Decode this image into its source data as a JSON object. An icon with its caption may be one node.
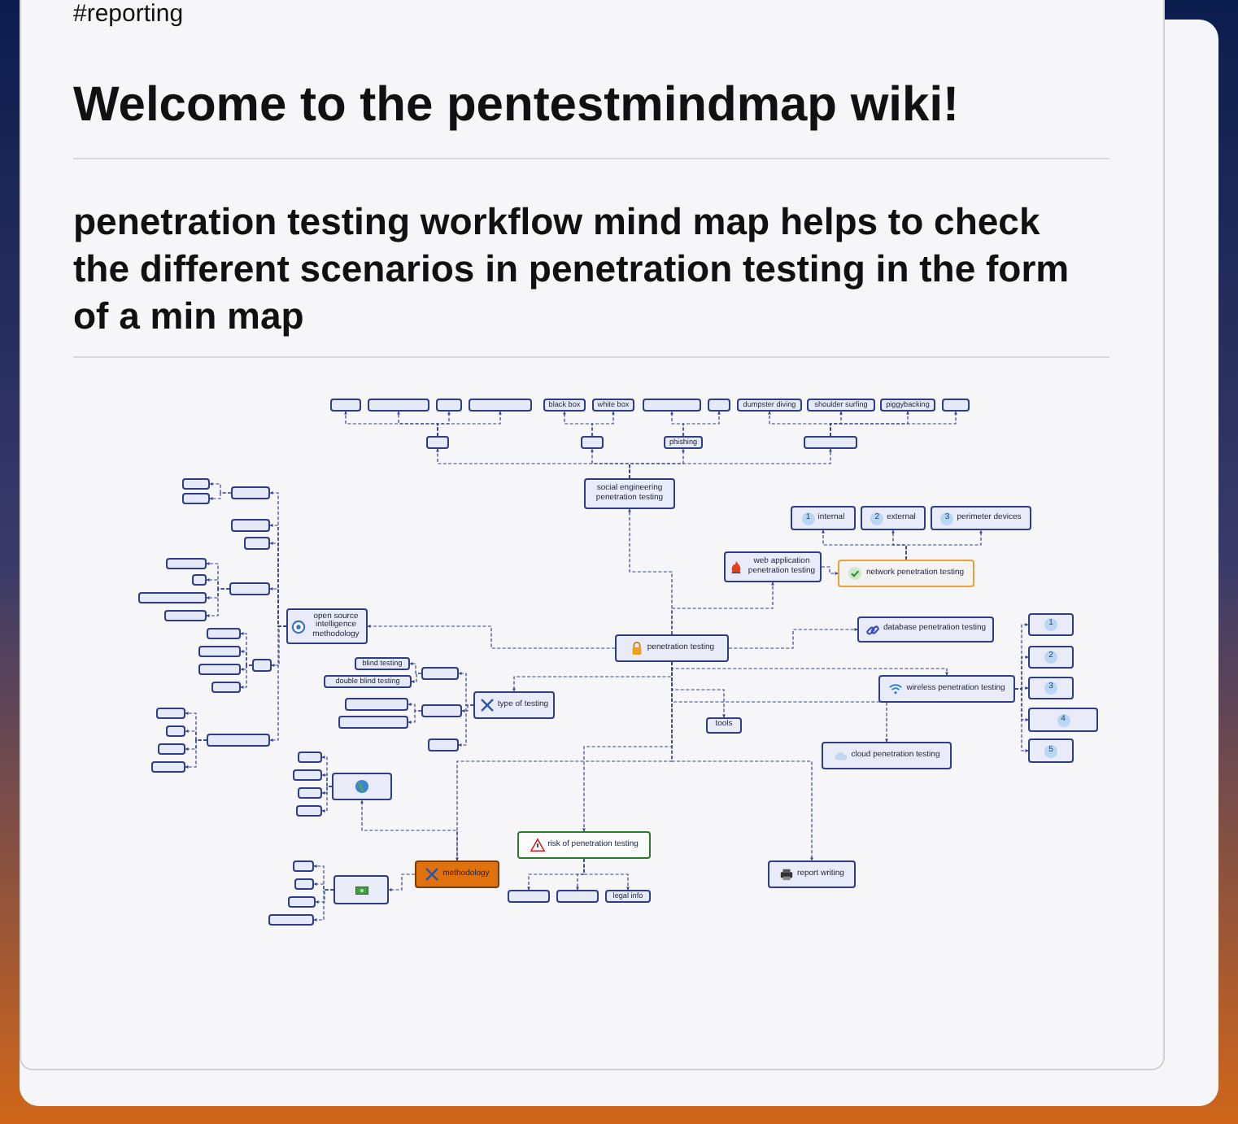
{
  "diagram": {
    "title": "Welcome to the pentestmindmap wiki!",
    "nodes": [
      {
        "text": [
          "penetration testing"
        ]
      },
      {
        "text": [
          "social engineering penetration testing"
        ]
      },
      {
        "text": [],
        "shape": "box"
      },
      {
        "text": [],
        "shape": "box"
      },
      {
        "text": [
          "phishing"
        ]
      },
      {
        "text": [],
        "shape": "box"
      },
      {
        "text": [],
        "shape": "box"
      },
      {
        "text": [],
        "shape": "box"
      },
      {
        "text": [],
        "shape": "box"
      },
      {
        "text": [],
        "shape": "box"
      },
      {
        "text": [
          "black box"
        ]
      },
      {
        "text": [
          "white box"
        ]
      },
      {
        "text": [],
        "shape": "box"
      },
      {
        "text": [],
        "shape": "box"
      },
      {
        "text": [
          "dumpster diving"
        ]
      },
      {
        "text": [
          "shoulder surfing"
        ]
      },
      {
        "text": [
          "piggybacking"
        ]
      },
      {
        "text": [],
        "shape": "box"
      },
      {
        "text": [
          "web application penetration testing"
        ]
      },
      {
        "text": [
          "network penetration testing"
        ]
      },
      {
        "text": [
          "1",
          "internal"
        ]
      },
      {
        "text": [
          "2",
          "external"
        ]
      },
      {
        "text": [
          "3",
          "perimeter devices"
        ]
      },
      {
        "text": [
          "database penetration testing"
        ]
      },
      {
        "text": [
          "wireless penetration testing"
        ]
      },
      {
        "text": [
          "1"
        ]
      },
      {
        "text": [
          "2"
        ]
      },
      {
        "text": [
          "3"
        ]
      },
      {
        "text": [
          "4"
        ]
      },
      {
        "text": [
          "5"
        ]
      },
      {
        "text": [
          "cloud penetration testing"
        ]
      },
      {
        "text": [
          "report writing"
        ]
      },
      {
        "text": [
          "risk of penetration testing"
        ]
      },
      {
        "text": [],
        "shape": "box"
      },
      {
        "text": [],
        "shape": "box"
      },
      {
        "text": [
          "legal info"
        ]
      },
      {
        "text": [
          "tools"
        ]
      },
      {
        "text": [
          "methodology"
        ]
      },
      {
        "text": [],
        "shape": "box"
      },
      {
        "text": [],
        "shape": "box"
      },
      {
        "text": [],
        "shape": "box"
      },
      {
        "text": [],
        "shape": "box"
      },
      {
        "text": [],
        "shape": "box"
      },
      {
        "text": [],
        "shape": "box"
      },
      {
        "text": [],
        "shape": "box"
      },
      {
        "text": [],
        "shape": "box"
      },
      {
        "text": [],
        "shape": "box"
      },
      {
        "text": [],
        "shape": "box"
      },
      {
        "text": [
          "type of testing"
        ]
      },
      {
        "text": [],
        "shape": "box"
      },
      {
        "text": [],
        "shape": "box"
      },
      {
        "text": [],
        "shape": "box"
      },
      {
        "text": [
          "blind testing"
        ]
      },
      {
        "text": [
          "double blind testing"
        ]
      },
      {
        "text": [],
        "shape": "box"
      },
      {
        "text": [],
        "shape": "box"
      },
      {
        "text": [
          "open source intelligence methodology"
        ]
      },
      {
        "text": [],
        "shape": "box"
      },
      {
        "text": [],
        "shape": "box"
      },
      {
        "text": [],
        "shape": "box"
      },
      {
        "text": [],
        "shape": "box"
      },
      {
        "text": [],
        "shape": "box"
      },
      {
        "text": [],
        "shape": "box"
      },
      {
        "text": [],
        "shape": "box"
      },
      {
        "text": [],
        "shape": "box"
      },
      {
        "text": [],
        "shape": "box"
      },
      {
        "text": [],
        "shape": "box"
      },
      {
        "text": [],
        "shape": "box"
      },
      {
        "text": [],
        "shape": "box"
      },
      {
        "text": [],
        "shape": "box"
      },
      {
        "text": [],
        "shape": "box"
      },
      {
        "text": [],
        "shape": "box"
      },
      {
        "text": [],
        "shape": "box"
      },
      {
        "text": [],
        "shape": "box"
      },
      {
        "text": [],
        "shape": "box"
      },
      {
        "text": [],
        "shape": "box"
      },
      {
        "text": [],
        "shape": "box"
      }
    ],
    "edges": [
      {
        "from": 0,
        "to": 1,
        "arrow": "to",
        "style": "dashed"
      },
      {
        "from": 0,
        "to": 18,
        "arrow": "to",
        "style": "dashed"
      },
      {
        "from": 0,
        "to": 23,
        "arrow": "to",
        "style": "dashed"
      },
      {
        "from": 0,
        "to": 24,
        "arrow": "to",
        "style": "dashed"
      },
      {
        "from": 0,
        "to": 30,
        "arrow": "to",
        "style": "dashed"
      },
      {
        "from": 0,
        "to": 31,
        "arrow": "to",
        "style": "dashed"
      },
      {
        "from": 0,
        "to": 32,
        "arrow": "to",
        "style": "dashed"
      },
      {
        "from": 0,
        "to": 36,
        "arrow": "to",
        "style": "dashed"
      },
      {
        "from": 0,
        "to": 37,
        "arrow": "to",
        "style": "dashed"
      },
      {
        "from": 0,
        "to": 48,
        "arrow": "to",
        "style": "dashed"
      },
      {
        "from": 0,
        "to": 56,
        "arrow": "to",
        "style": "dashed"
      },
      {
        "from": 1,
        "to": 2,
        "arrow": "to",
        "style": "dashed"
      },
      {
        "from": 1,
        "to": 3,
        "arrow": "to",
        "style": "dashed"
      },
      {
        "from": 1,
        "to": 4,
        "arrow": "to",
        "style": "dashed"
      },
      {
        "from": 1,
        "to": 5,
        "arrow": "to",
        "style": "dashed"
      },
      {
        "from": 2,
        "to": 6,
        "arrow": "to",
        "style": "dashed"
      },
      {
        "from": 2,
        "to": 7,
        "arrow": "to",
        "style": "dashed"
      },
      {
        "from": 2,
        "to": 8,
        "arrow": "to",
        "style": "dashed"
      },
      {
        "from": 2,
        "to": 9,
        "arrow": "to",
        "style": "dashed"
      },
      {
        "from": 3,
        "to": 10,
        "arrow": "to",
        "style": "dashed"
      },
      {
        "from": 3,
        "to": 11,
        "arrow": "to",
        "style": "dashed"
      },
      {
        "from": 4,
        "to": 12,
        "arrow": "to",
        "style": "dashed"
      },
      {
        "from": 4,
        "to": 13,
        "arrow": "to",
        "style": "dashed"
      },
      {
        "from": 5,
        "to": 14,
        "arrow": "to",
        "style": "dashed"
      },
      {
        "from": 5,
        "to": 15,
        "arrow": "to",
        "style": "dashed"
      },
      {
        "from": 5,
        "to": 16,
        "arrow": "to",
        "style": "dashed"
      },
      {
        "from": 5,
        "to": 17,
        "arrow": "to",
        "style": "dashed"
      },
      {
        "from": 18,
        "to": 19,
        "arrow": "to",
        "style": "dashed"
      },
      {
        "from": 19,
        "to": 20,
        "arrow": "to",
        "style": "dashed"
      },
      {
        "from": 19,
        "to": 21,
        "arrow": "to",
        "style": "dashed"
      },
      {
        "from": 19,
        "to": 22,
        "arrow": "to",
        "style": "dashed"
      },
      {
        "from": 24,
        "to": 25,
        "arrow": "to",
        "style": "dashed"
      },
      {
        "from": 24,
        "to": 26,
        "arrow": "to",
        "style": "dashed"
      },
      {
        "from": 24,
        "to": 27,
        "arrow": "to",
        "style": "dashed"
      },
      {
        "from": 24,
        "to": 28,
        "arrow": "to",
        "style": "dashed"
      },
      {
        "from": 24,
        "to": 29,
        "arrow": "to",
        "style": "dashed"
      },
      {
        "from": 32,
        "to": 33,
        "arrow": "to",
        "style": "dashed"
      },
      {
        "from": 32,
        "to": 34,
        "arrow": "to",
        "style": "dashed"
      },
      {
        "from": 32,
        "to": 35,
        "arrow": "to",
        "style": "dashed"
      },
      {
        "from": 37,
        "to": 38,
        "arrow": "to",
        "style": "dashed"
      },
      {
        "from": 37,
        "to": 43,
        "arrow": "to",
        "style": "dashed"
      },
      {
        "from": 38,
        "to": 39,
        "arrow": "to",
        "style": "dashed"
      },
      {
        "from": 38,
        "to": 40,
        "arrow": "to",
        "style": "dashed"
      },
      {
        "from": 38,
        "to": 41,
        "arrow": "to",
        "style": "dashed"
      },
      {
        "from": 38,
        "to": 42,
        "arrow": "to",
        "style": "dashed"
      },
      {
        "from": 43,
        "to": 44,
        "arrow": "to",
        "style": "dashed"
      },
      {
        "from": 43,
        "to": 45,
        "arrow": "to",
        "style": "dashed"
      },
      {
        "from": 43,
        "to": 46,
        "arrow": "to",
        "style": "dashed"
      },
      {
        "from": 43,
        "to": 47,
        "arrow": "to",
        "style": "dashed"
      },
      {
        "from": 48,
        "to": 49,
        "arrow": "to",
        "style": "dashed"
      },
      {
        "from": 48,
        "to": 50,
        "arrow": "to",
        "style": "dashed"
      },
      {
        "from": 48,
        "to": 51,
        "arrow": "to",
        "style": "dashed"
      },
      {
        "from": 49,
        "to": 52,
        "arrow": "to",
        "style": "dashed"
      },
      {
        "from": 49,
        "to": 53,
        "arrow": "to",
        "style": "dashed"
      },
      {
        "from": 50,
        "to": 54,
        "arrow": "to",
        "style": "dashed"
      },
      {
        "from": 50,
        "to": 55,
        "arrow": "to",
        "style": "dashed"
      },
      {
        "from": 56,
        "to": 57,
        "arrow": "to",
        "style": "dashed"
      },
      {
        "from": 56,
        "to": 60,
        "arrow": "to",
        "style": "dashed"
      },
      {
        "from": 56,
        "to": 61,
        "arrow": "to",
        "style": "dashed"
      },
      {
        "from": 56,
        "to": 62,
        "arrow": "to",
        "style": "dashed"
      },
      {
        "from": 56,
        "to": 67,
        "arrow": "to",
        "style": "dashed"
      },
      {
        "from": 56,
        "to": 72,
        "arrow": "to",
        "style": "dashed"
      },
      {
        "from": 57,
        "to": 58,
        "arrow": "to",
        "style": "dashed"
      },
      {
        "from": 57,
        "to": 59,
        "arrow": "to",
        "style": "dashed"
      },
      {
        "from": 62,
        "to": 63,
        "arrow": "to",
        "style": "dashed"
      },
      {
        "from": 62,
        "to": 64,
        "arrow": "to",
        "style": "dashed"
      },
      {
        "from": 62,
        "to": 65,
        "arrow": "to",
        "style": "dashed"
      },
      {
        "from": 62,
        "to": 66,
        "arrow": "to",
        "style": "dashed"
      },
      {
        "from": 67,
        "to": 68,
        "arrow": "to",
        "style": "dashed"
      },
      {
        "from": 67,
        "to": 69,
        "arrow": "to",
        "style": "dashed"
      },
      {
        "from": 67,
        "to": 70,
        "arrow": "to",
        "style": "dashed"
      },
      {
        "from": 67,
        "to": 71,
        "arrow": "to",
        "style": "dashed"
      },
      {
        "from": 72,
        "to": 73,
        "arrow": "to",
        "style": "dashed"
      },
      {
        "from": 72,
        "to": 74,
        "arrow": "to",
        "style": "dashed"
      },
      {
        "from": 72,
        "to": 75,
        "arrow": "to",
        "style": "dashed"
      },
      {
        "from": 72,
        "to": 76,
        "arrow": "to",
        "style": "dashed"
      }
    ],
    "labels": [
      "#reporting",
      "penetration testing workflow mind map helps to check the different scenarios in penetration testing in the form of a min map"
    ]
  }
}
